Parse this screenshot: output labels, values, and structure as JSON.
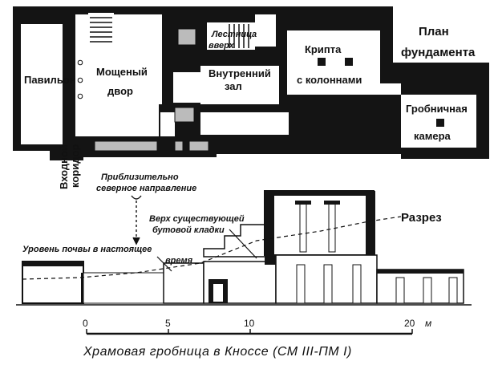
{
  "plan": {
    "heading_line1": "План",
    "heading_line2": "фундамента",
    "pavilion": "Павильон",
    "courtyard_line1": "Мощеный",
    "courtyard_line2": "двор",
    "stairs_line1": "Лестница",
    "stairs_line2": "вверх",
    "inner_hall_line1": "Внутренний",
    "inner_hall_line2": "зал",
    "crypt_line1": "Крипта",
    "crypt_line2": "с колоннами",
    "tomb_line1": "Гробничная",
    "tomb_line2": "камера",
    "corridor_line1": "Входной",
    "corridor_line2": "коридор",
    "north_line1": "Приблизительно",
    "north_line2": "северное направление"
  },
  "section": {
    "heading": "Разрез",
    "masonry_line1": "Верх существующей",
    "masonry_line2": "бутовой кладки",
    "soil_line1": "Уровень почвы в настоящее",
    "soil_line2": "время"
  },
  "scale": {
    "ticks": [
      "0",
      "5",
      "10",
      "20"
    ],
    "unit": "м"
  },
  "caption": "Храмовая гробница в Кноссе (СМ III-ПМ I)"
}
